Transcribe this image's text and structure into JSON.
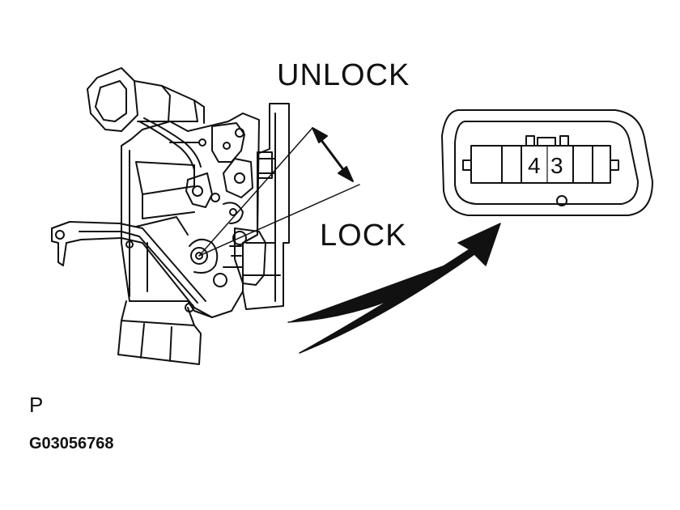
{
  "labels": {
    "unlock": "UNLOCK",
    "lock": "LOCK",
    "figure_letter": "P",
    "figure_code": "G03056768"
  },
  "connector": {
    "pin_labels": [
      "4",
      "3"
    ]
  },
  "colors": {
    "line": "#111111",
    "background": "#ffffff"
  }
}
